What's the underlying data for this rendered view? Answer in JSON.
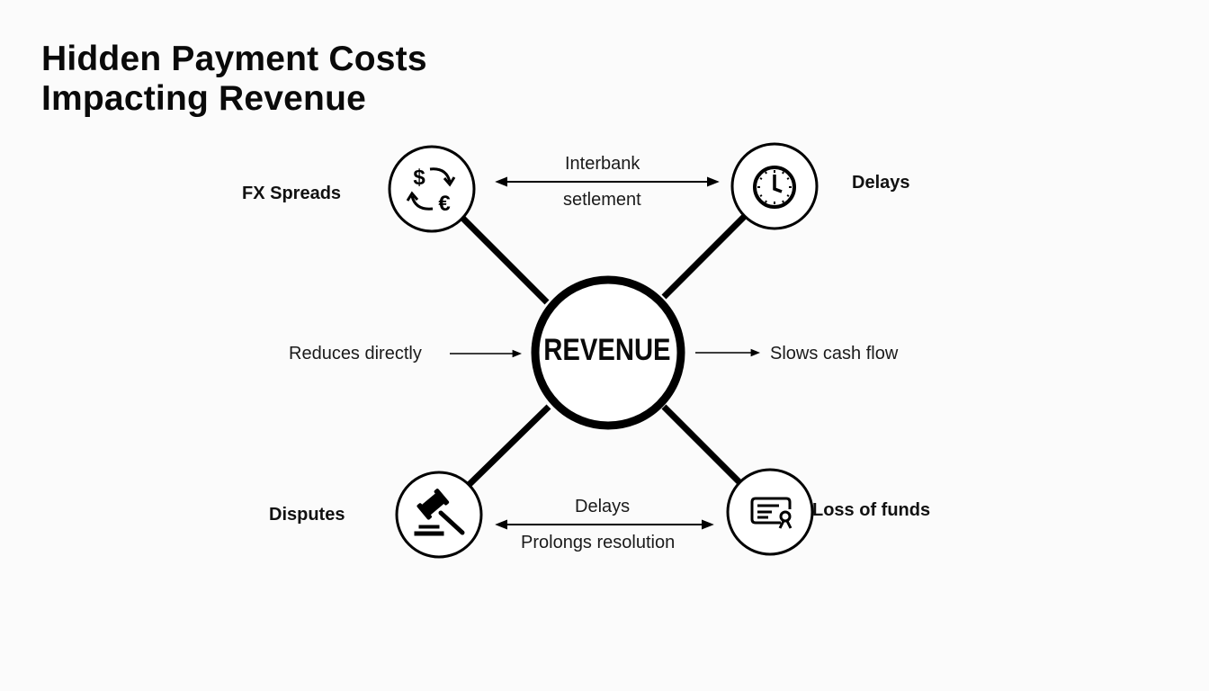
{
  "title": {
    "line1": "Hidden Payment Costs",
    "line2": "Impacting Revenue"
  },
  "center": {
    "label": "REVENUE"
  },
  "nodes": [
    {
      "id": "fx",
      "label": "FX Spreads",
      "icon": "currency-exchange-icon"
    },
    {
      "id": "delays",
      "label": "Delays",
      "icon": "clock-icon"
    },
    {
      "id": "disputes",
      "label": "Disputes",
      "icon": "gavel-icon"
    },
    {
      "id": "loss",
      "label": "Loss of funds",
      "icon": "certificate-document-icon"
    }
  ],
  "connectors": {
    "top": {
      "above": "Interbank",
      "below": "setlement"
    },
    "bottom": {
      "above": "Delays",
      "below": "Prolongs resolution"
    },
    "left": "Reduces directly",
    "right": "Slows cash flow"
  },
  "colors": {
    "stroke": "#000000",
    "background": "#fbfbfb",
    "text": "#111111"
  }
}
